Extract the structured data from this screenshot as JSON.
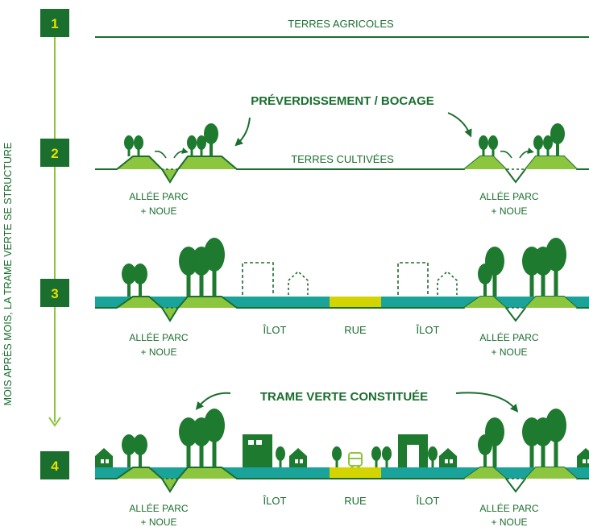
{
  "colors": {
    "dark_green": "#1a6e2e",
    "light_green": "#8cc63f",
    "tree_green": "#1d7a2f",
    "teal": "#1aa39a",
    "yellow": "#d4d400",
    "step_number": "#e8e000",
    "text_green": "#1a6e2e"
  },
  "vertical_caption": "MOIS APRÈS MOIS, LA TRAME VERTE SE STRUCTURE",
  "steps": [
    {
      "number": "1"
    },
    {
      "number": "2"
    },
    {
      "number": "3"
    },
    {
      "number": "4"
    }
  ],
  "row1": {
    "label": "TERRES AGRICOLES"
  },
  "row2": {
    "heading": "PRÉVERDISSEMENT / BOCAGE",
    "center_label": "TERRES CULTIVÉES",
    "left_label_l1": "ALLÉE PARC",
    "left_label_l2": "+ NOUE",
    "right_label_l1": "ALLÉE PARC",
    "right_label_l2": "+ NOUE"
  },
  "row3": {
    "left_label_l1": "ALLÉE PARC",
    "left_label_l2": "+ NOUE",
    "ilot_left": "ÎLOT",
    "rue": "RUE",
    "ilot_right": "ÎLOT",
    "right_label_l1": "ALLÉE PARC",
    "right_label_l2": "+ NOUE"
  },
  "row4": {
    "heading": "TRAME VERTE CONSTITUÉE",
    "left_label_l1": "ALLÉE PARC",
    "left_label_l2": "+ NOUE",
    "ilot_left": "ÎLOT",
    "rue": "RUE",
    "ilot_right": "ÎLOT",
    "right_label_l1": "ALLÉE PARC",
    "right_label_l2": "+ NOUE"
  }
}
